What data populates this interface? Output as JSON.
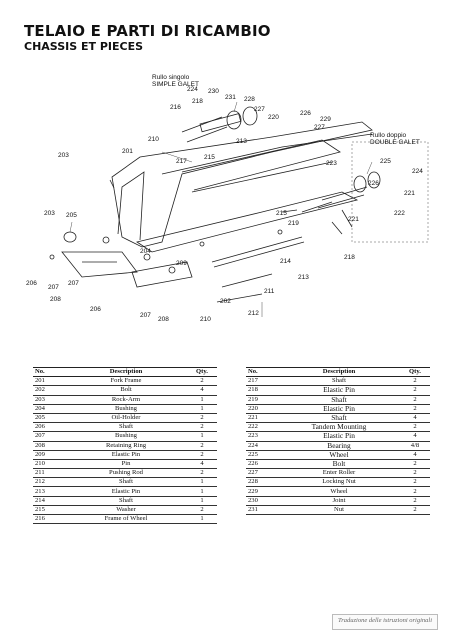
{
  "header": {
    "title": "TELAIO E PARTI DI RICAMBIO",
    "subtitle": "CHASSIS ET PIECES"
  },
  "drawing": {
    "label_simple_1": "Rullo singolo",
    "label_simple_2": "SIMPLE GALET",
    "label_double_1": "Rullo doppio",
    "label_double_2": "DOUBLE GALET",
    "callouts": [
      "224",
      "230",
      "231",
      "228",
      "218",
      "216",
      "227",
      "220",
      "226",
      "203",
      "201",
      "210",
      "217",
      "215",
      "213",
      "227",
      "229",
      "225",
      "223",
      "221",
      "224",
      "222",
      "203",
      "205",
      "215",
      "219",
      "204",
      "209",
      "214",
      "213",
      "218",
      "206",
      "207",
      "207",
      "208",
      "211",
      "212",
      "206",
      "208",
      "210",
      "202",
      "207",
      "226",
      "221"
    ]
  },
  "table_left": {
    "headers": {
      "no": "No.",
      "desc": "Description",
      "qty": "Qty."
    },
    "rows": [
      {
        "no": "201",
        "desc": "Fork Frame",
        "qty": "2"
      },
      {
        "no": "202",
        "desc": "Bolt",
        "qty": "4"
      },
      {
        "no": "203",
        "desc": "Rock-Arm",
        "qty": "1"
      },
      {
        "no": "204",
        "desc": "Bushing",
        "qty": "1"
      },
      {
        "no": "205",
        "desc": "Oil-Holder",
        "qty": "2"
      },
      {
        "no": "206",
        "desc": "Shaft",
        "qty": "2"
      },
      {
        "no": "207",
        "desc": "Bushing",
        "qty": "1"
      },
      {
        "no": "208",
        "desc": "Retaining Ring",
        "qty": "2"
      },
      {
        "no": "209",
        "desc": "Elastic Pin",
        "qty": "2"
      },
      {
        "no": "210",
        "desc": "Pin",
        "qty": "4"
      },
      {
        "no": "211",
        "desc": "Pushing Rod",
        "qty": "2"
      },
      {
        "no": "212",
        "desc": "Shaft",
        "qty": "1"
      },
      {
        "no": "213",
        "desc": "Elastic Pin",
        "qty": "1"
      },
      {
        "no": "214",
        "desc": "Shaft",
        "qty": "1"
      },
      {
        "no": "215",
        "desc": "Washer",
        "qty": "2"
      },
      {
        "no": "216",
        "desc": "Frame of Wheel",
        "qty": "1"
      }
    ]
  },
  "table_right": {
    "headers": {
      "no": "No.",
      "desc": "Description",
      "qty": "Qty."
    },
    "rows": [
      {
        "no": "217",
        "desc": "Shaft",
        "qty": "2"
      },
      {
        "no": "218",
        "desc": "Elastic Pin",
        "qty": "2"
      },
      {
        "no": "219",
        "desc": "Shaft",
        "qty": "2"
      },
      {
        "no": "220",
        "desc": "Elastic Pin",
        "qty": "2"
      },
      {
        "no": "221",
        "desc": "Shaft",
        "qty": "4"
      },
      {
        "no": "222",
        "desc": "Tandem Mounting",
        "qty": "2"
      },
      {
        "no": "223",
        "desc": "Elastic Pin",
        "qty": "4"
      },
      {
        "no": "224",
        "desc": "Bearing",
        "qty": "4/8"
      },
      {
        "no": "225",
        "desc": "Wheel",
        "qty": "4"
      },
      {
        "no": "226",
        "desc": "Bolt",
        "qty": "2"
      },
      {
        "no": "227",
        "desc": "Enter Roller",
        "qty": "2"
      },
      {
        "no": "228",
        "desc": "Locking Nut",
        "qty": "2"
      },
      {
        "no": "229",
        "desc": "Wheel",
        "qty": "2"
      },
      {
        "no": "230",
        "desc": "Joint",
        "qty": "2"
      },
      {
        "no": "231",
        "desc": "Nut",
        "qty": "2"
      }
    ]
  },
  "footer": {
    "text": "Traduzione delle istruzioni originali"
  }
}
